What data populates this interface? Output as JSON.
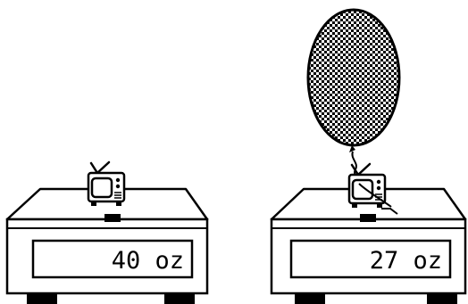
{
  "scales": [
    {
      "id": "left",
      "reading": "40 oz",
      "has_balloon": false
    },
    {
      "id": "right",
      "reading": "27 oz",
      "has_balloon": true
    }
  ],
  "colors": {
    "ink": "#000000",
    "paper": "#ffffff"
  },
  "icons": [
    "tv-icon",
    "scale-icon",
    "balloon-icon"
  ]
}
